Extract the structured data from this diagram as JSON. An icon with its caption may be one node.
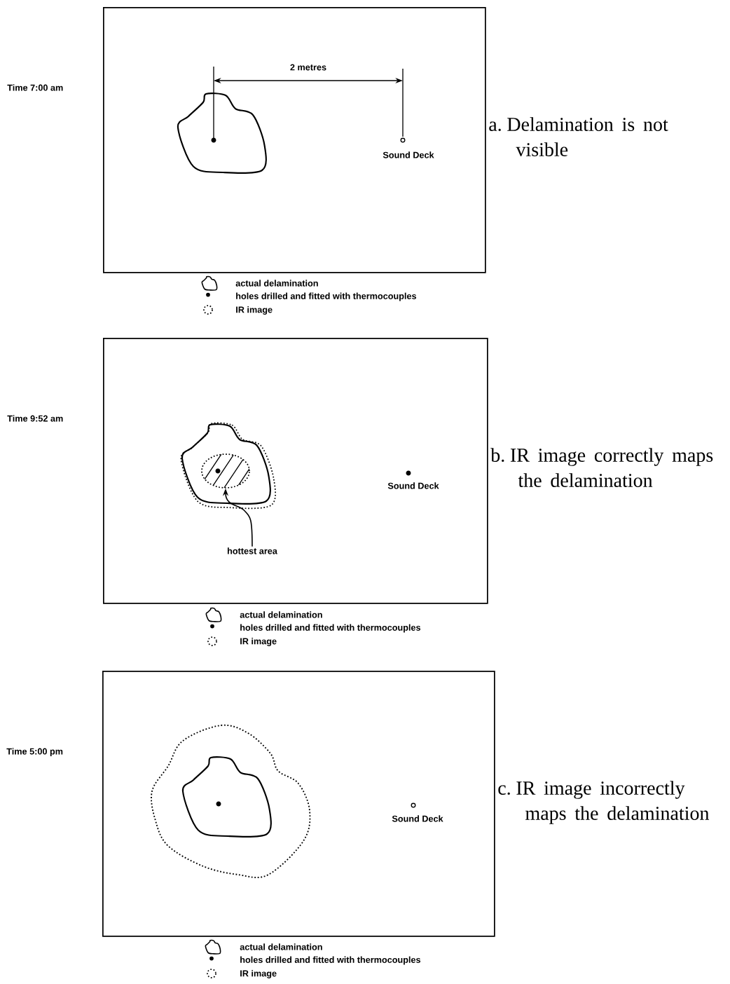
{
  "diagram": {
    "nodes": [
      {
        "text": [],
        "shape": "box",
        "beside": [
          "a. Delamination is not visible"
        ]
      },
      {
        "text": [
          "Sound Deck"
        ],
        "in": 0
      },
      {
        "text": [],
        "shape": "box",
        "beside": [
          "b. IR image correctly maps the delamination"
        ]
      },
      {
        "text": [
          "Sound Deck"
        ],
        "in": 2
      },
      {
        "text": [
          "hottest area"
        ],
        "in": 2
      },
      {
        "text": [],
        "shape": "ellipse",
        "in": 2
      },
      {
        "text": [],
        "shape": "box",
        "beside": [
          "c. IR image incorrectly maps the delamination"
        ]
      },
      {
        "text": [
          "Sound Deck"
        ],
        "in": 6
      }
    ],
    "edges": [
      {
        "from": 4,
        "to": 5,
        "arrow": "to"
      }
    ],
    "labels": [
      "2 metres",
      "Time 7:00 am",
      "Time 9:52 am",
      "Time 5:00 pm"
    ],
    "legend": [
      {
        "text": "actual delamination"
      },
      {
        "text": "holes drilled and fitted with thermocouples"
      },
      {
        "text": "IR image"
      },
      {
        "text": "actual delamination"
      },
      {
        "text": "holes drilled and fitted with thermocouples"
      },
      {
        "text": "IR image"
      },
      {
        "text": "actual delamination"
      },
      {
        "text": "holes drilled and fitted with thermocouples"
      },
      {
        "text": "IR image"
      }
    ]
  }
}
